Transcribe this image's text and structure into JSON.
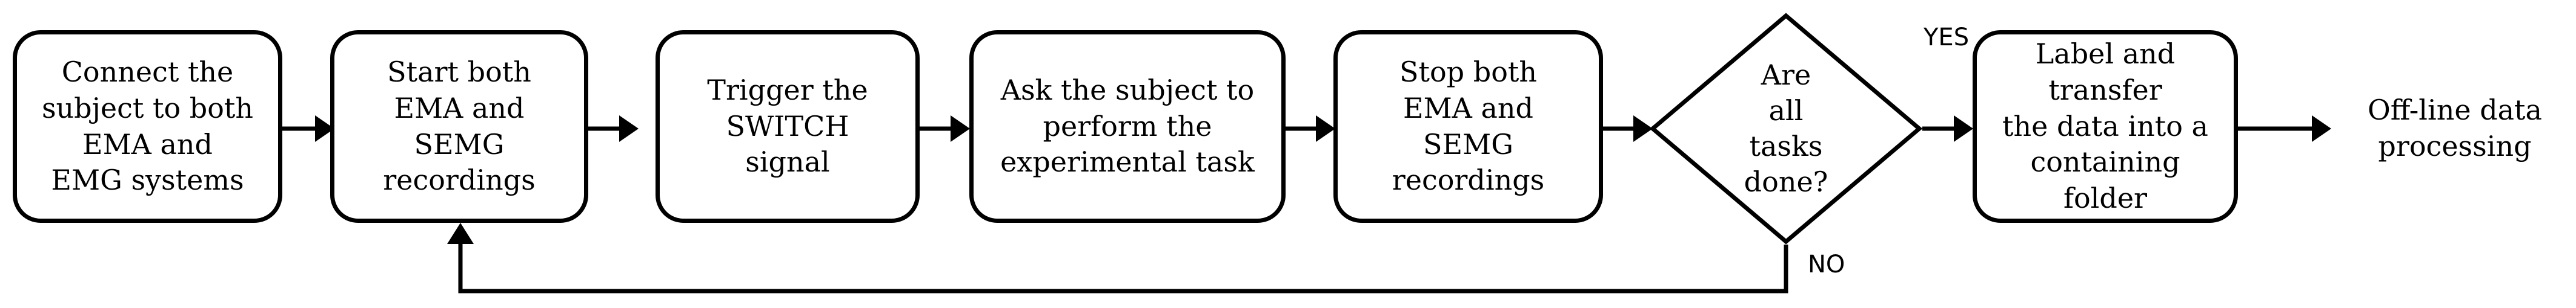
{
  "diagram": {
    "title": "EMA and sEMG experimental recording protocol flowchart",
    "orientation": "left-to-right",
    "background_color": "#ffffff",
    "stroke_color": "#000000",
    "text_color": "#000000",
    "nodes": [
      {
        "id": "n1",
        "shape": "rounded-rect",
        "label": "Connect the\nsubject to both\nEMA and\nEMG systems"
      },
      {
        "id": "n2",
        "shape": "rounded-rect",
        "label": "Start both\nEMA and\nSEMG\nrecordings"
      },
      {
        "id": "n3",
        "shape": "rounded-rect",
        "label": "Trigger the\nSWITCH\nsignal"
      },
      {
        "id": "n4",
        "shape": "rounded-rect",
        "label": "Ask the subject to\nperform the\nexperimental task"
      },
      {
        "id": "n5",
        "shape": "rounded-rect",
        "label": "Stop both\nEMA and\nSEMG\nrecordings"
      },
      {
        "id": "n6",
        "shape": "diamond",
        "label": "Are\nall\ntasks\ndone?"
      },
      {
        "id": "n7",
        "shape": "rounded-rect",
        "label": "Label and transfer\nthe data into a\ncontaining folder"
      },
      {
        "id": "n8",
        "shape": "text",
        "label": "Off-line data\nprocessing"
      }
    ],
    "edges": [
      {
        "id": "e1",
        "from": "n1",
        "to": "n2",
        "label": ""
      },
      {
        "id": "e2",
        "from": "n2",
        "to": "n3",
        "label": ""
      },
      {
        "id": "e3",
        "from": "n3",
        "to": "n4",
        "label": ""
      },
      {
        "id": "e4",
        "from": "n4",
        "to": "n5",
        "label": ""
      },
      {
        "id": "e5",
        "from": "n5",
        "to": "n6",
        "label": ""
      },
      {
        "id": "e6",
        "from": "n6",
        "to": "n7",
        "label": "YES"
      },
      {
        "id": "e7",
        "from": "n7",
        "to": "n8",
        "label": ""
      },
      {
        "id": "e8",
        "from": "n6",
        "to": "n2",
        "label": "NO"
      }
    ],
    "edge_labels": {
      "yes": "YES",
      "no": "NO"
    }
  }
}
